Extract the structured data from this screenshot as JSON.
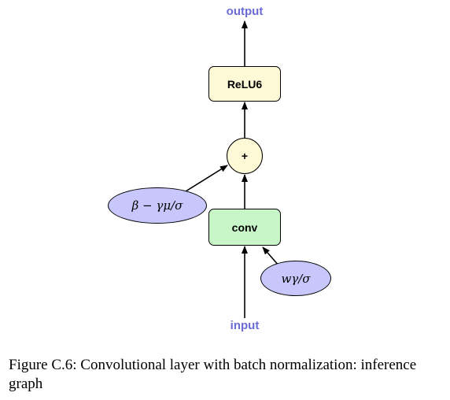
{
  "diagram": {
    "nodes": {
      "output": "output",
      "relu": "ReLU6",
      "add": "+",
      "bias": "β − γμ/σ",
      "conv": "conv",
      "weight": "wγ/σ",
      "input": "input"
    },
    "edges": [
      {
        "from": "input",
        "to": "conv"
      },
      {
        "from": "weight",
        "to": "conv"
      },
      {
        "from": "conv",
        "to": "add"
      },
      {
        "from": "bias",
        "to": "add"
      },
      {
        "from": "add",
        "to": "relu"
      },
      {
        "from": "relu",
        "to": "output"
      }
    ],
    "colors": {
      "io_label": "#6b6bd6",
      "relu_fill": "#fdf8d6",
      "add_fill": "#fdf8d6",
      "conv_fill": "#c8f6c8",
      "param_fill": "#c7c7fb"
    }
  },
  "caption": {
    "text": "Figure C.6: Convolutional layer with batch normalization: inference graph"
  }
}
